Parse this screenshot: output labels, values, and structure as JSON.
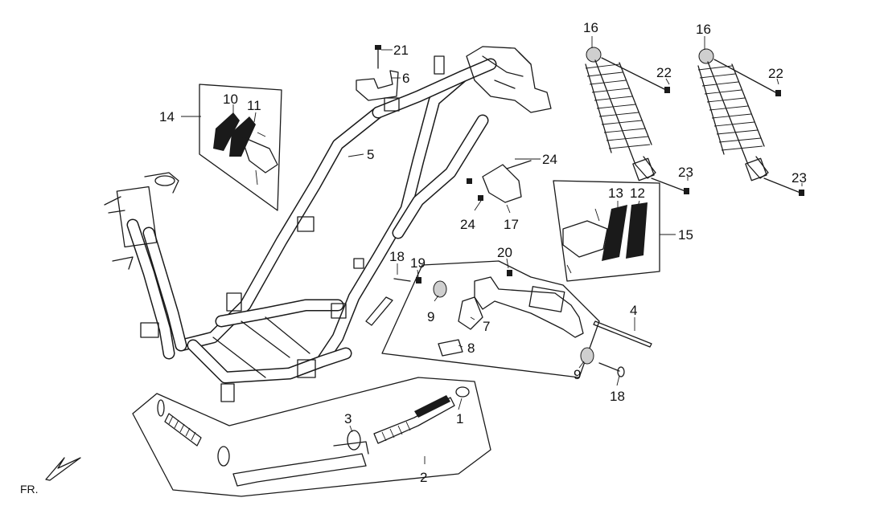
{
  "callouts": {
    "c1": "1",
    "c2": "2",
    "c3": "3",
    "c4": "4",
    "c5": "5",
    "c6": "6",
    "c7": "7",
    "c8": "8",
    "c9a": "9",
    "c9b": "9",
    "c10": "10",
    "c11": "11",
    "c12": "12",
    "c13": "13",
    "c14": "14",
    "c15": "15",
    "c16a": "16",
    "c16b": "16",
    "c17": "17",
    "c18a": "18",
    "c18b": "18",
    "c19": "19",
    "c20": "20",
    "c21": "21",
    "c22a": "22",
    "c22b": "22",
    "c23a": "23",
    "c23b": "23",
    "c24a": "24",
    "c24b": "24"
  },
  "direction_marker": "FR.",
  "colors": {
    "line": "#1a1a1a",
    "background": "#ffffff",
    "shade": "#cfcfcf"
  }
}
